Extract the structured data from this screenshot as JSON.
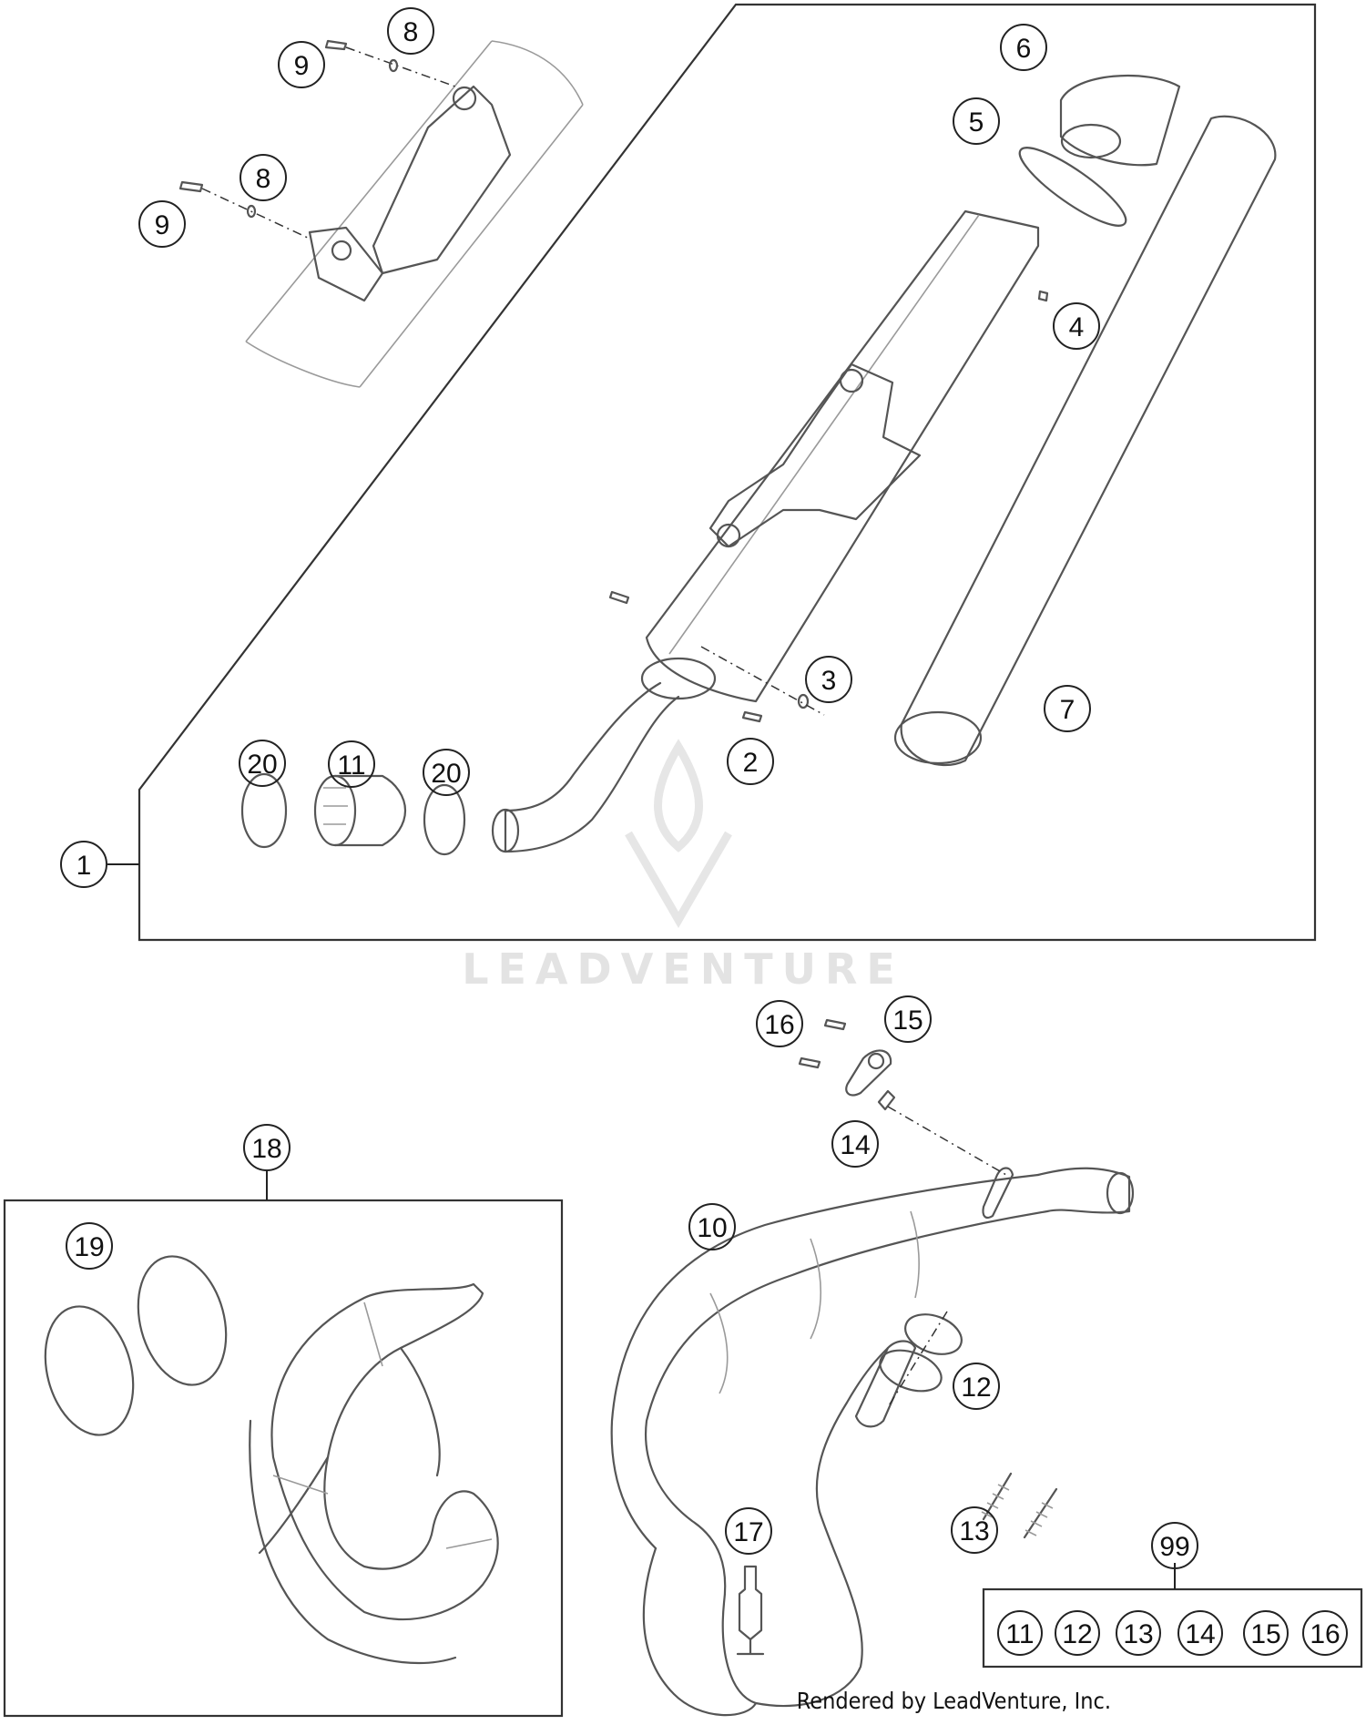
{
  "callouts": {
    "c1": "1",
    "c2": "2",
    "c3": "3",
    "c4": "4",
    "c5": "5",
    "c6": "6",
    "c7": "7",
    "c8a": "8",
    "c8b": "8",
    "c9a": "9",
    "c9b": "9",
    "c10": "10",
    "c11": "11",
    "c12": "12",
    "c13": "13",
    "c14": "14",
    "c15": "15",
    "c16": "16",
    "c17": "17",
    "c18": "18",
    "c19": "19",
    "c20a": "20",
    "c20b": "20",
    "c99": "99"
  },
  "kit_99_items": [
    "11",
    "12",
    "13",
    "14",
    "15",
    "16"
  ],
  "watermark": "LEADVENTURE",
  "credit": "Rendered by LeadVenture, Inc."
}
